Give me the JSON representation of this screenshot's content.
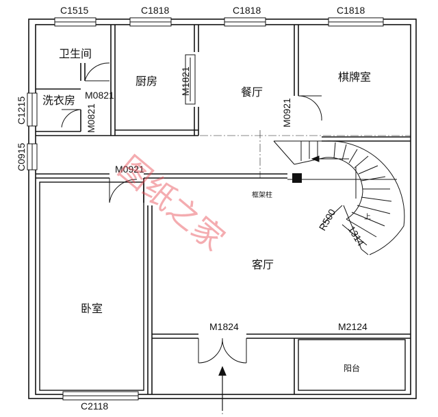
{
  "rooms": {
    "bathroom": "卫生间",
    "laundry": "洗衣房",
    "kitchen": "厨房",
    "dining": "餐厅",
    "chess_room": "棋牌室",
    "bedroom": "卧室",
    "living": "客厅",
    "balcony": "阳台"
  },
  "windows": {
    "w1": "C1515",
    "w2": "C1818",
    "w3": "C1818",
    "w4": "C1818",
    "w5": "C1215",
    "w6": "C0915",
    "w7": "C2118"
  },
  "doors": {
    "d1": "M0821",
    "d2": "M0821",
    "d3": "M1821",
    "d4": "M0921",
    "d5": "M0921",
    "d6": "M1824",
    "d7": "M2124"
  },
  "column_label": "框架柱",
  "stair": {
    "radius": "R500",
    "width": "1314",
    "direction": "上"
  },
  "watermark": "图纸之家"
}
